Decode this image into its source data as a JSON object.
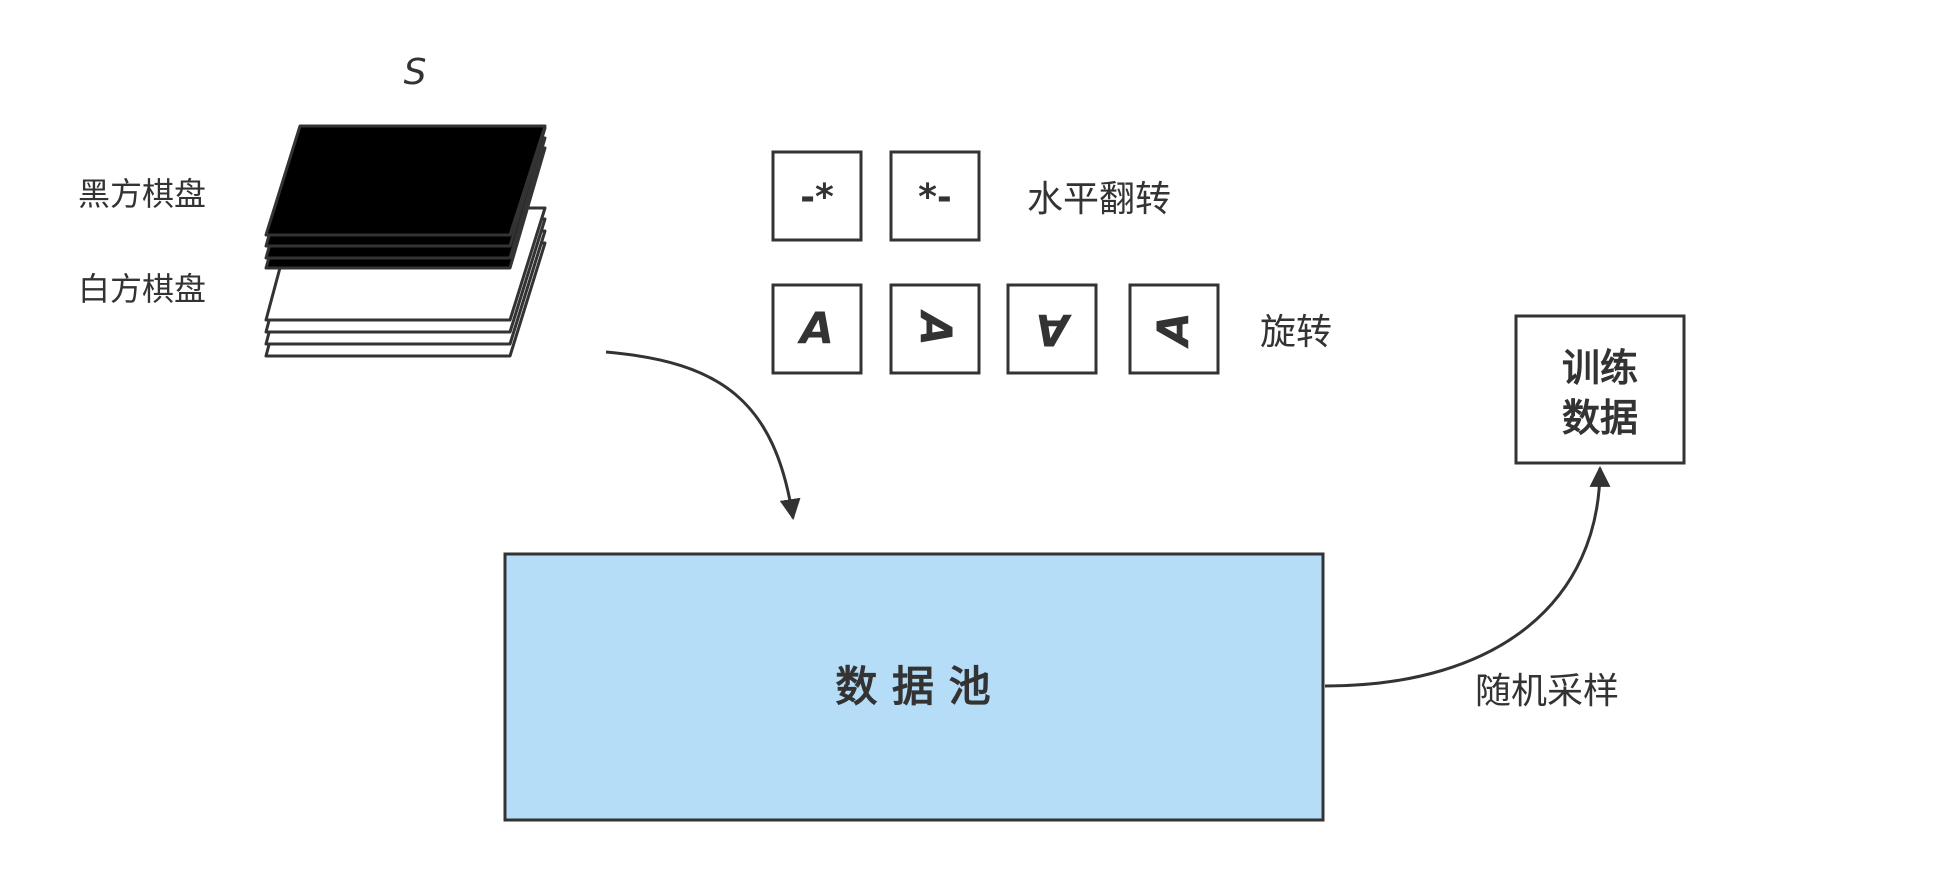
{
  "symbol_s": "S",
  "stack": {
    "black_label": "黑方棋盘",
    "white_label": "白方棋盘"
  },
  "flip": {
    "tiles": [
      "-*",
      "*-"
    ],
    "label": "水平翻转"
  },
  "rotate": {
    "glyph": "A",
    "label": "旋转"
  },
  "pool": {
    "label": "数 据 池"
  },
  "training": {
    "line1": "训练",
    "line2": "数据"
  },
  "sampling": {
    "label": "随机采样"
  },
  "colors": {
    "stroke": "#333333",
    "black_board": "#000000",
    "white_board": "#ffffff",
    "pool_fill": "#b6ddf7"
  }
}
